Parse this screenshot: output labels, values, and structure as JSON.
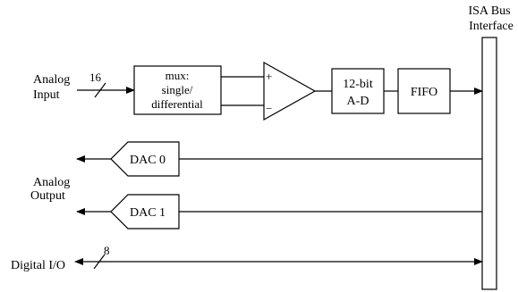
{
  "bus": {
    "label_line1": "ISA Bus",
    "label_line2": "Interface"
  },
  "analog_input": {
    "label_line1": "Analog",
    "label_line2": "Input",
    "bus_width": "16"
  },
  "mux": {
    "line1": "mux:",
    "line2": "single/",
    "line3": "differential"
  },
  "opamp": {
    "plus": "+",
    "minus": "−"
  },
  "adc": {
    "line1": "12-bit",
    "line2": "A-D"
  },
  "fifo": {
    "label": "FIFO"
  },
  "dac0": {
    "label": "DAC 0"
  },
  "dac1": {
    "label": "DAC 1"
  },
  "analog_output": {
    "label_line1": "Analog",
    "label_line2": "Output"
  },
  "digital_io": {
    "label": "Digital I/O",
    "bus_width": "8"
  }
}
